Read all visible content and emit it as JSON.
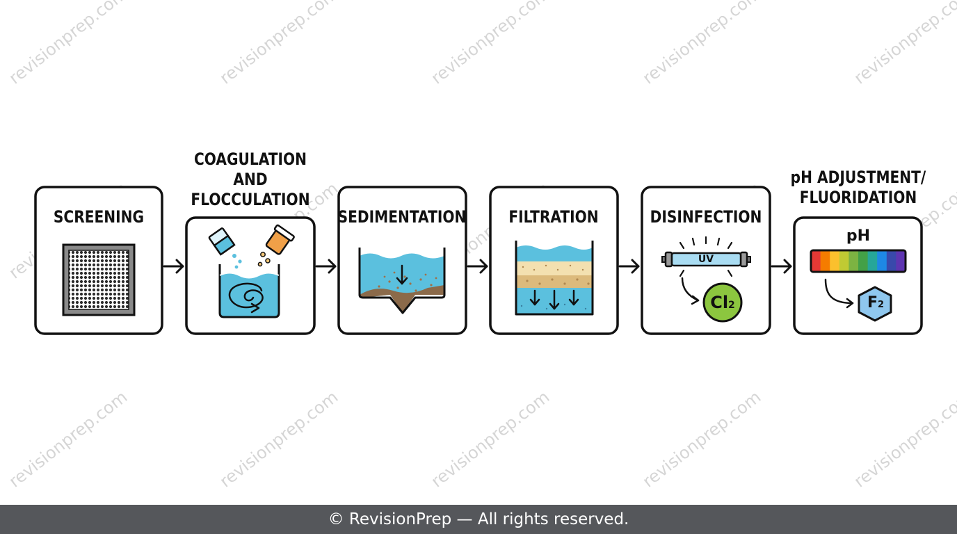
{
  "steps": [
    {
      "title": "SCREENING",
      "icon": "screen-mesh-icon"
    },
    {
      "title_lines": [
        "COAGULATION",
        "AND",
        "FLOCCULATION"
      ],
      "icon": "chemical-dosing-tank-icon"
    },
    {
      "title": "SEDIMENTATION",
      "icon": "settling-tank-icon"
    },
    {
      "title": "FILTRATION",
      "icon": "sand-filter-icon"
    },
    {
      "title": "DISINFECTION",
      "icon": "uv-lamp-chlorine-icon",
      "uv_label": "UV",
      "chlorine_symbol": "Cl",
      "chlorine_subscript": "2"
    },
    {
      "title_lines": [
        "pH ADJUSTMENT/",
        "FLUORIDATION"
      ],
      "icon": "ph-scale-fluoride-icon",
      "ph_label": "pH",
      "fluorine_symbol": "F",
      "fluorine_subscript": "2"
    }
  ],
  "watermark": "revisionprep.com",
  "footer": "© RevisionPrep — All rights reserved.",
  "colors": {
    "water": "#5bc0de",
    "sand": "#f0d9a0",
    "sludge": "#8b6a4a",
    "chlorine": "#8cc63f",
    "fluoride": "#8fc7ee",
    "outline": "#111111",
    "ph_scale": [
      "#e53935",
      "#f57c00",
      "#fbc02d",
      "#c0ca33",
      "#7cb342",
      "#43a047",
      "#26a69a",
      "#1e88e5",
      "#3949ab",
      "#5e35b1"
    ]
  }
}
